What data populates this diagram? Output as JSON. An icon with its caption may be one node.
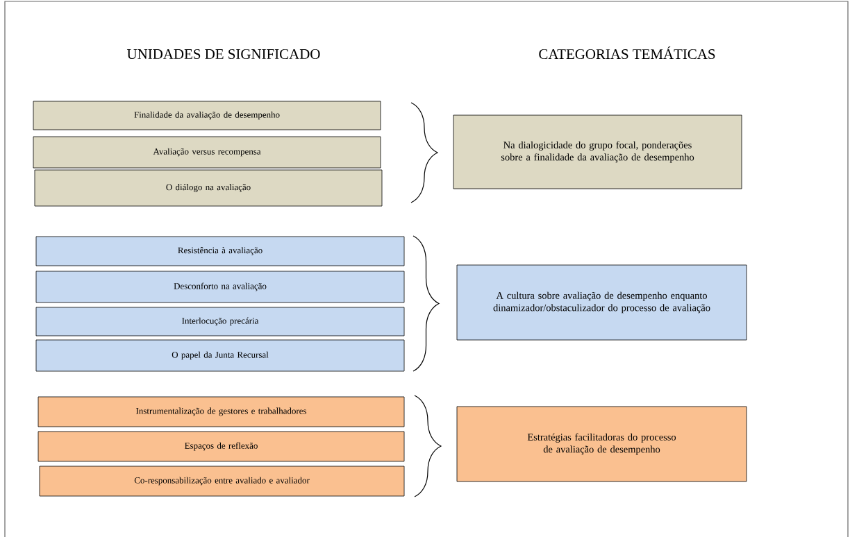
{
  "diagram": {
    "nodes": [
      {
        "text": [
          "Finalidade da avaliação de desempenho"
        ]
      },
      {
        "text": [
          "Avaliação versus recompensa"
        ]
      },
      {
        "text": [
          "O diálogo na avaliação"
        ]
      },
      {
        "text": [
          "Na dialogicidade do grupo focal, ponderações sobre a finalidade da avaliação de desempenho"
        ]
      },
      {
        "text": [
          "Resistência à avaliação"
        ]
      },
      {
        "text": [
          "Desconforto na avaliação"
        ]
      },
      {
        "text": [
          "Interlocução precária"
        ]
      },
      {
        "text": [
          "O papel da Junta Recursal"
        ]
      },
      {
        "text": [
          "A cultura sobre avaliação de desempenho enquanto dinamizador/obstaculizador do processo de avaliação"
        ]
      },
      {
        "text": [
          "Instrumentalização de gestores e trabalhadores"
        ]
      },
      {
        "text": [
          "Espaços de reflexão"
        ]
      },
      {
        "text": [
          "Co-responsabilização entre avaliado e avaliador"
        ]
      },
      {
        "text": [
          "Estratégias facilitadoras do processo de avaliação de desempenho"
        ]
      }
    ],
    "labels": [
      "UNIDADES DE SIGNIFICADO",
      "CATEGORIAS TEMÁTICAS"
    ]
  }
}
